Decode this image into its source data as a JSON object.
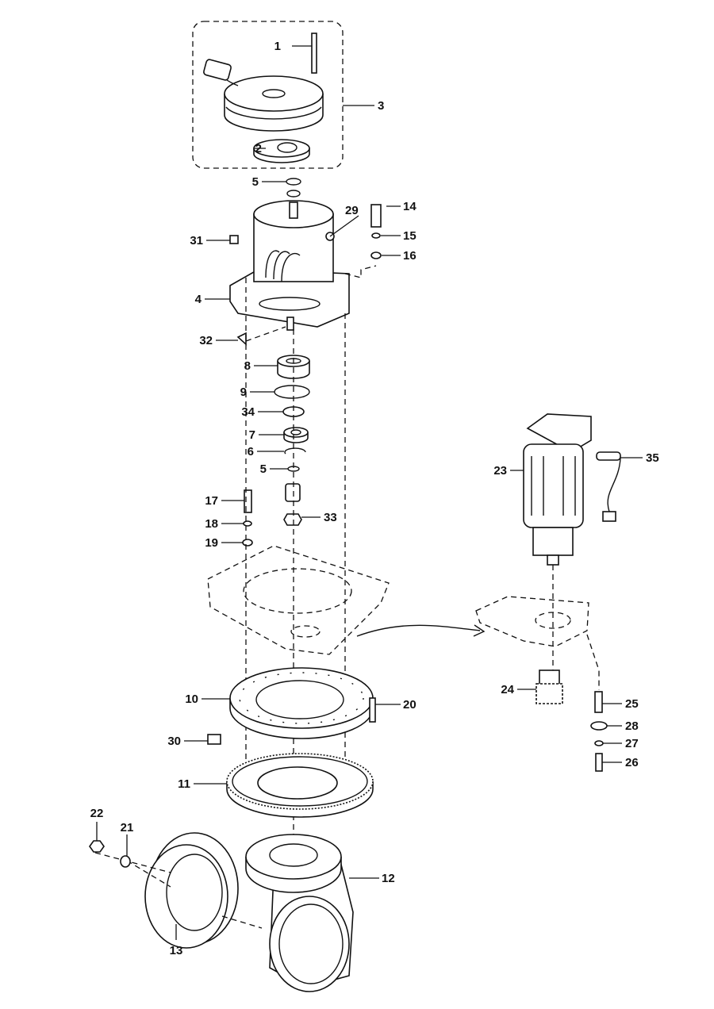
{
  "title": "Drive unit exploded parts diagram",
  "callouts": [
    "1",
    "2",
    "3",
    "4",
    "5",
    "5",
    "6",
    "7",
    "8",
    "9",
    "10",
    "11",
    "12",
    "13",
    "14",
    "15",
    "16",
    "17",
    "18",
    "19",
    "20",
    "21",
    "22",
    "23",
    "24",
    "25",
    "26",
    "27",
    "28",
    "29",
    "30",
    "31",
    "32",
    "33",
    "34",
    "35"
  ],
  "colors": {
    "line": "#111111",
    "background": "#ffffff"
  }
}
